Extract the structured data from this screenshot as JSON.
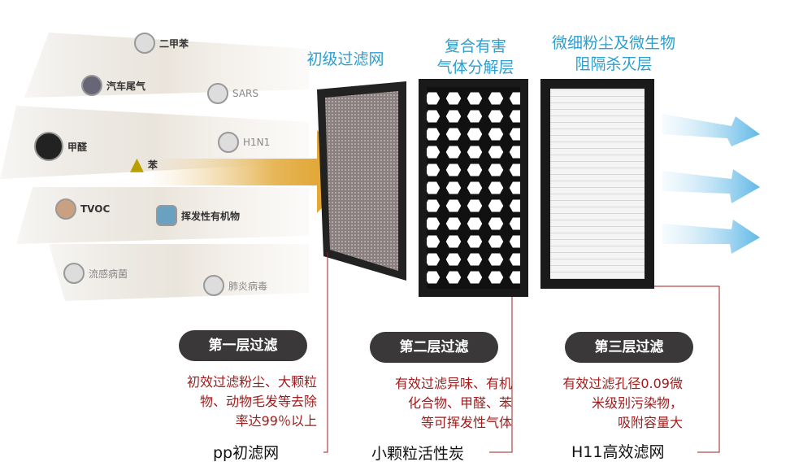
{
  "pollutants": [
    "二甲苯",
    "汽车尾气",
    "SARS",
    "甲醛",
    "H1N1",
    "苯",
    "TVOC",
    "挥发性有机物",
    "流感病菌",
    "肺炎病毒"
  ],
  "layers": [
    {
      "heading_lines": [
        "初级过滤网"
      ],
      "pill": "第一层过滤",
      "desc": [
        "初效过滤粉尘、大颗粒",
        "物、动物毛发等去除",
        "率达99％以上"
      ],
      "label": "pp初滤网"
    },
    {
      "heading_lines": [
        "复合有害",
        "气体分解层"
      ],
      "pill": "第二层过滤",
      "desc": [
        "有效过滤异味、有机",
        "化合物、甲醛、苯",
        "等可挥发性气体"
      ],
      "label": "小颗粒活性炭"
    },
    {
      "heading_lines": [
        "微细粉尘及微生物",
        "阻隔杀灭层"
      ],
      "pill": "第三层过滤",
      "desc": [
        "有效过滤孔径0.09微",
        "米级别污染物，",
        "吸附容量大"
      ],
      "label": "H11高效滤网"
    }
  ],
  "colors": {
    "heading": "#2a9fd0",
    "desc": "#a01c1c",
    "pill": "#3a3838",
    "arrow": "#e0a020",
    "connector": "#a01c1c"
  }
}
